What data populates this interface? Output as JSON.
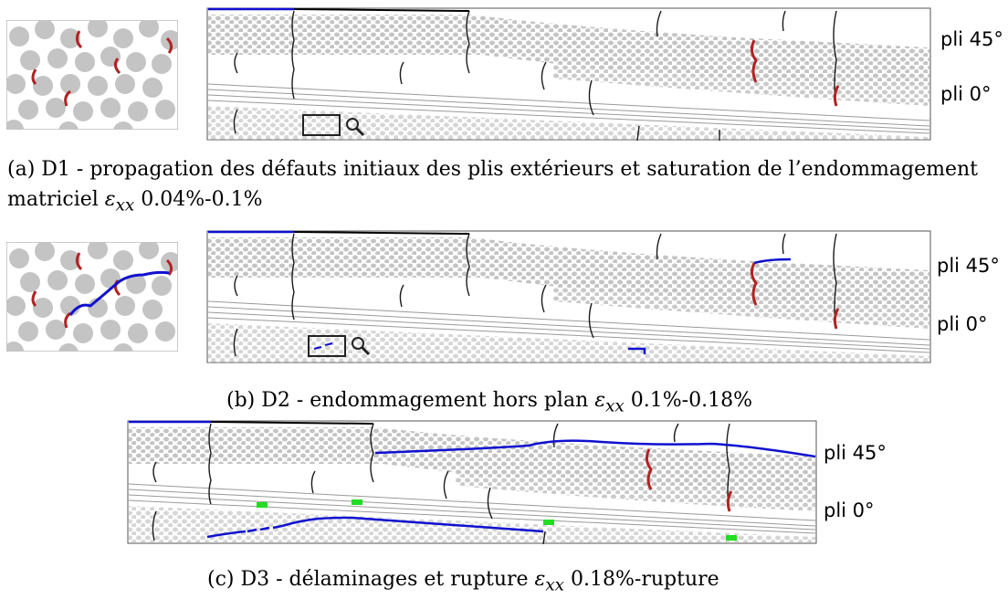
{
  "panels": [
    {
      "id": "a",
      "caption_line1": "(a) D1 - propagation des défauts initiaux des plis extérieurs et saturation de l’endommagement",
      "caption_line2_prefix": "matriciel ",
      "strain_symbol": "ε",
      "strain_sub": "xx",
      "caption_line2_suffix": " 0.04%-0.1%",
      "ply_top": "pli 45°",
      "ply_bottom": "pli 0°"
    },
    {
      "id": "b",
      "caption_prefix": "(b) D2 - endommagement hors plan ",
      "strain_symbol": "ε",
      "strain_sub": "xx",
      "caption_suffix": " 0.1%-0.18%",
      "ply_top": "pli 45°",
      "ply_bottom": "pli 0°"
    },
    {
      "id": "c",
      "caption_prefix": "(c) D3 - délaminages et rupture ",
      "strain_symbol": "ε",
      "strain_sub": "xx",
      "caption_suffix": " 0.18%-rupture",
      "ply_top": "pli 45°",
      "ply_bottom": "pli 0°"
    }
  ],
  "colors": {
    "fiber": "#c4c4c4",
    "fiber_dense": "#cdcdcd",
    "matrix_crack": "#1a1a1a",
    "initial_defect": "#b22222",
    "delamination": "#1010d0",
    "marker": "#22dd22",
    "frame": "#555555"
  },
  "icons": [
    "magnifier-icon"
  ]
}
